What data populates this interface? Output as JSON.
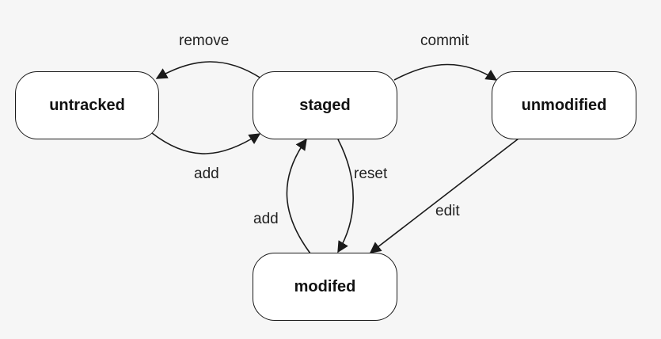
{
  "diagram": {
    "nodes": {
      "untracked": "untracked",
      "staged": "staged",
      "unmodified": "unmodified",
      "modified": "modifed"
    },
    "edges": {
      "remove": "remove",
      "add_untracked": "add",
      "commit": "commit",
      "reset": "reset",
      "add_modified": "add",
      "edit": "edit"
    },
    "colors": {
      "background": "#f6f6f6",
      "stroke": "#1a1a1a",
      "node_fill": "#ffffff"
    }
  }
}
